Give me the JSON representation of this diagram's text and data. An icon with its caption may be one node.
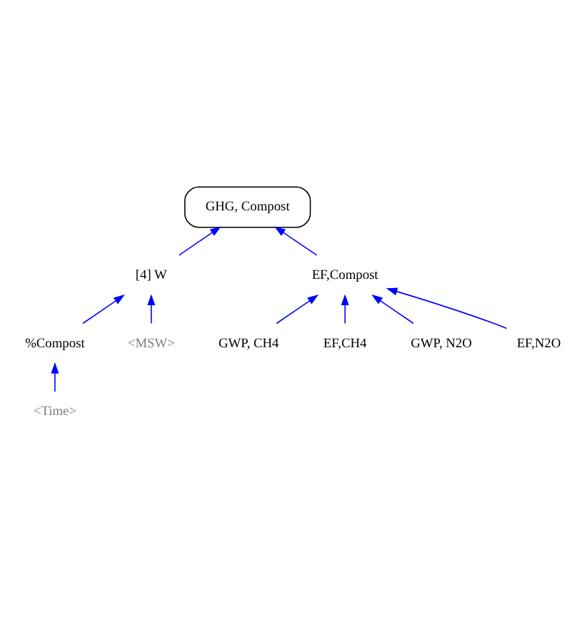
{
  "diagram": {
    "nodes": [
      {
        "text": [
          "<Time>"
        ]
      },
      {
        "text": [
          "%Compost"
        ]
      },
      {
        "text": [
          "<MSW>"
        ]
      },
      {
        "text": [
          "[4] W"
        ]
      },
      {
        "text": [
          "GHG, Compost"
        ]
      },
      {
        "text": [
          "GWP, CH4"
        ]
      },
      {
        "text": [
          "EF,Compost"
        ]
      },
      {
        "text": [
          "EF,CH4"
        ]
      },
      {
        "text": [
          "GWP, N2O"
        ]
      },
      {
        "text": [
          "EF,N2O"
        ]
      }
    ],
    "edges": [
      {
        "from": 0,
        "to": 1,
        "arrow": "to"
      },
      {
        "from": 1,
        "to": 3,
        "arrow": "to"
      },
      {
        "from": 2,
        "to": 3,
        "arrow": "to"
      },
      {
        "from": 3,
        "to": 4,
        "arrow": "to"
      },
      {
        "from": 6,
        "to": 4,
        "arrow": "to"
      },
      {
        "from": 5,
        "to": 6,
        "arrow": "to"
      },
      {
        "from": 7,
        "to": 6,
        "arrow": "to"
      },
      {
        "from": 8,
        "to": 6,
        "arrow": "to"
      },
      {
        "from": 9,
        "to": 6,
        "arrow": "to"
      }
    ]
  }
}
